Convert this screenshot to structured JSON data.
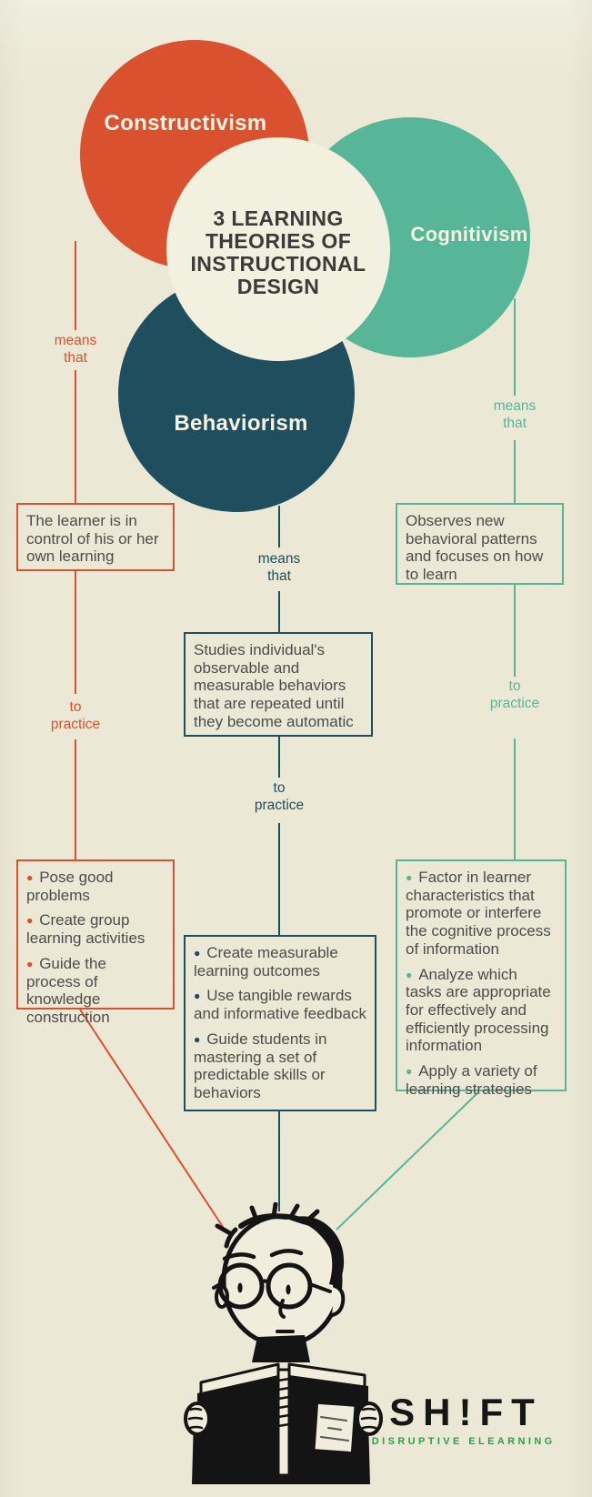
{
  "page": {
    "background_color": "#ebe8d5",
    "center_circle": {
      "fill": "#f2f0de",
      "title_lines": [
        "3 LEARNING",
        "THEORIES OF",
        "INSTRUCTIONAL",
        "DESIGN"
      ]
    },
    "columns": [
      {
        "theory": "Constructivism",
        "color": "#d9512f",
        "means_label": "means\nthat",
        "definition": "The learner is in control of his or her own learning",
        "practice_label": "to\npractice",
        "practices": [
          "Pose good problems",
          "Create group learning activities",
          "Guide the process of knowledge construction"
        ]
      },
      {
        "theory": "Behaviorism",
        "color": "#1f4e5e",
        "means_label": "means\nthat",
        "definition": "Studies individual's observable and measurable behaviors that are repeated until they become automatic",
        "practice_label": "to\npractice",
        "practices": [
          "Create measurable learning outcomes",
          "Use tangible rewards and informative feedback",
          "Guide students in mastering a set of predictable skills or behaviors"
        ]
      },
      {
        "theory": "Cognitivism",
        "color": "#57b598",
        "means_label": "means\nthat",
        "definition": "Observes new behavioral patterns and focuses on how to learn",
        "practice_label": "to\npractice",
        "practices": [
          "Factor in learner characteristics that promote or interfere the cognitive process of information",
          "Analyze which tasks are appropriate for effectively and efficiently processing information",
          "Apply a variety of learning strategies"
        ]
      }
    ],
    "footer": {
      "brand": "SH!FT",
      "tagline": "DISRUPTIVE ELEARNING",
      "brand_color": "#161616",
      "tagline_color": "#2b9e4c"
    },
    "illustration": "boy-reading-book"
  }
}
